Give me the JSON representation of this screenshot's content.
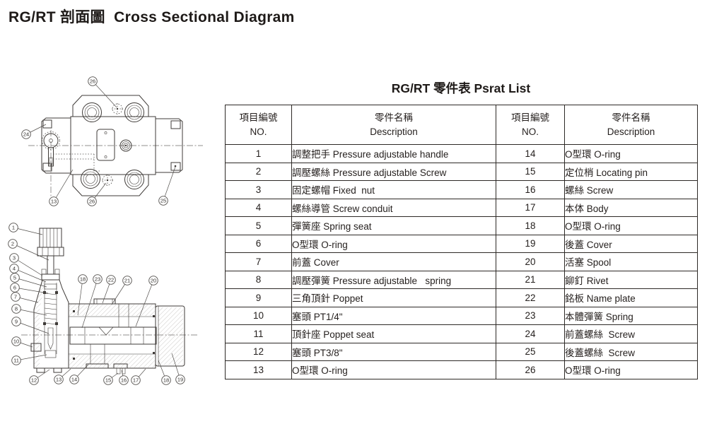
{
  "page": {
    "title": "RG/RT 剖面圖  Cross Sectional Diagram"
  },
  "parts_table": {
    "title": "RG/RT 零件表 Psrat List",
    "header": {
      "no_zh": "項目編號",
      "no_en": "NO.",
      "desc_zh": "零件名稱",
      "desc_en": "Description"
    },
    "rows": [
      {
        "no": "1",
        "desc": "調整把手 Pressure adjustable handle",
        "no2": "14",
        "desc2": "O型環 O-ring"
      },
      {
        "no": "2",
        "desc": "調壓螺絲 Pressure adjustable Screw",
        "no2": "15",
        "desc2": "定位梢 Locating pin"
      },
      {
        "no": "3",
        "desc": "固定螺帽 Fixed  nut",
        "no2": "16",
        "desc2": "螺絲 Screw"
      },
      {
        "no": "4",
        "desc": "螺絲導管 Screw conduit",
        "no2": "17",
        "desc2": "本体 Body"
      },
      {
        "no": "5",
        "desc": "彈簧座 Spring seat",
        "no2": "18",
        "desc2": "O型環 O-ring"
      },
      {
        "no": "6",
        "desc": "O型環 O-ring",
        "no2": "19",
        "desc2": "後蓋 Cover"
      },
      {
        "no": "7",
        "desc": "前蓋 Cover",
        "no2": "20",
        "desc2": "活塞 Spool"
      },
      {
        "no": "8",
        "desc": "調壓彈簧 Pressure adjustable   spring",
        "no2": "21",
        "desc2": "鉚釘 Rivet"
      },
      {
        "no": "9",
        "desc": "三角頂針 Poppet",
        "no2": "22",
        "desc2": "銘板 Name plate"
      },
      {
        "no": "10",
        "desc": "塞頭 PT1/4\"",
        "no2": "23",
        "desc2": "本體彈簧 Spring"
      },
      {
        "no": "11",
        "desc": "頂針座 Poppet seat",
        "no2": "24",
        "desc2": "前蓋螺絲  Screw"
      },
      {
        "no": "12",
        "desc": "塞頭 PT3/8\"",
        "no2": "25",
        "desc2": "後蓋螺絲  Screw"
      },
      {
        "no": "13",
        "desc": "O型環 O-ring",
        "no2": "26",
        "desc2": "O型環 O-ring"
      }
    ]
  },
  "diagrams": {
    "top_view": {
      "callouts": [
        "26",
        "24",
        "13",
        "26",
        "25"
      ]
    },
    "section_view": {
      "callouts_left": [
        "1",
        "2",
        "3",
        "4",
        "5",
        "6",
        "7",
        "8",
        "9",
        "10",
        "11"
      ],
      "callouts_top": [
        "18",
        "23",
        "22",
        "21",
        "20"
      ],
      "callouts_bottom": [
        "12",
        "13",
        "14",
        "15",
        "16",
        "17",
        "18",
        "19"
      ]
    }
  },
  "colors": {
    "ink": "#241f1d",
    "line": "#3f3b38"
  }
}
